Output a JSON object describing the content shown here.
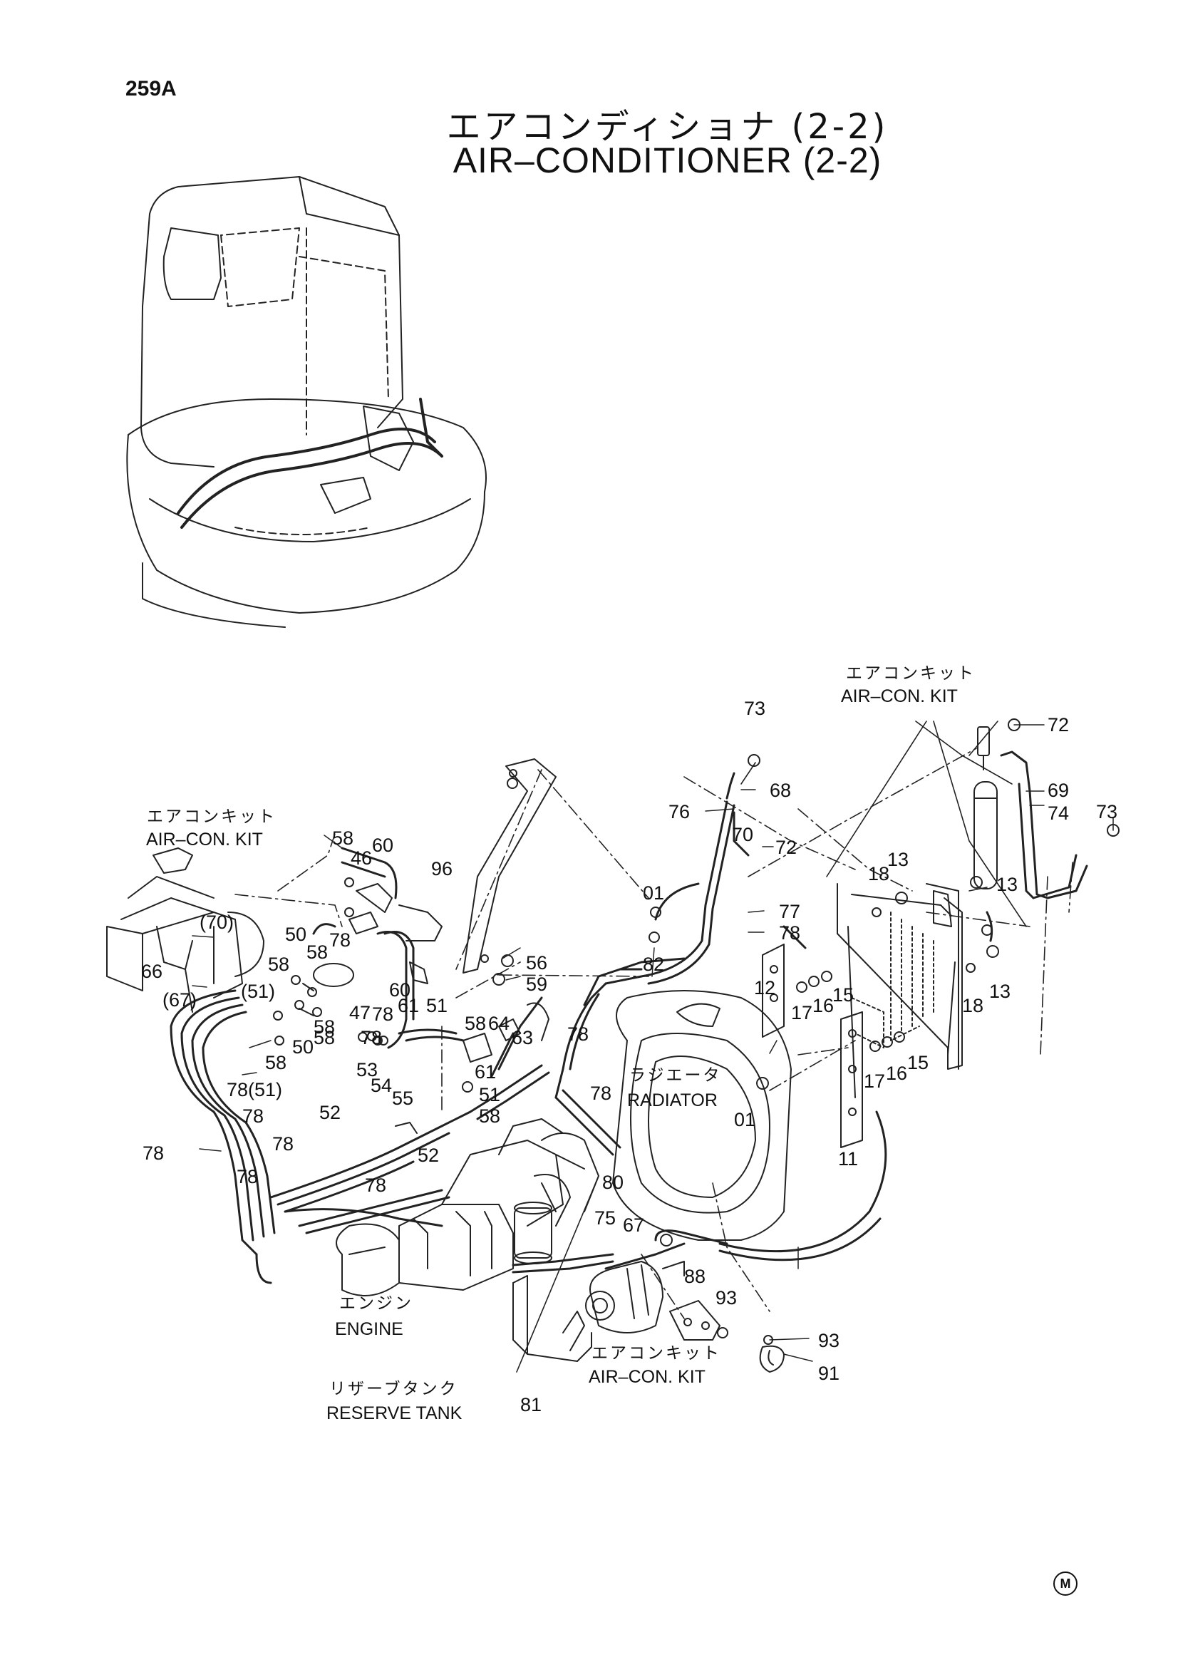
{
  "header": {
    "page_number": "259A",
    "title_jp": "エアコンディショナ (2-2)",
    "title_en": "AIR–CONDITIONER (2-2)"
  },
  "labels": {
    "aircon_kit_top_jp": "エアコンキット",
    "aircon_kit_top_en": "AIR–CON. KIT",
    "aircon_kit_left_jp": "エアコンキット",
    "aircon_kit_left_en": "AIR–CON. KIT",
    "aircon_kit_bottom_jp": "エアコンキット",
    "aircon_kit_bottom_en": "AIR–CON. KIT",
    "radiator_jp": "ラジエータ",
    "radiator_en": "RADIATOR",
    "engine_jp": "エンジン",
    "engine_en": "ENGINE",
    "reserve_tank_jp": "リザーブタンク",
    "reserve_tank_en": "RESERVE TANK"
  },
  "callouts": {
    "c73a": "73",
    "c72a": "72",
    "c68": "68",
    "c69": "69",
    "c74": "74",
    "c73b": "73",
    "c76": "76",
    "c70": "70",
    "c72b": "72",
    "c77": "77",
    "c78a": "78",
    "c18a": "18",
    "c13a": "13",
    "c13b": "13",
    "c13c": "13",
    "c18b": "18",
    "c96": "96",
    "c01a": "01",
    "c56": "56",
    "c59": "59",
    "c82": "82",
    "c12": "12",
    "c17a": "17",
    "c16a": "16",
    "c15a": "15",
    "c17b": "17",
    "c16b": "16",
    "c15b": "15",
    "c58a": "58",
    "c46": "46",
    "c60a": "60",
    "c70p": "(70)",
    "c66": "66",
    "c67p": "(67)",
    "c51p": "(51)",
    "c50a": "50",
    "c58b": "58",
    "c78b": "78",
    "c58c": "58",
    "c58d": "58",
    "c60b": "60",
    "c47": "47",
    "c78c": "78",
    "c61a": "61",
    "c51a": "51",
    "c58e": "58",
    "c64": "64",
    "c63": "63",
    "c78d": "78",
    "c50b": "50",
    "c58f": "58",
    "c58g": "58",
    "c78e": "78",
    "c53": "53",
    "c54": "54",
    "c55": "55",
    "c61b": "61",
    "c51b": "51",
    "c58h": "58",
    "c78f": "78",
    "c78g": "78(51)",
    "c78h": "78",
    "c52a": "52",
    "c52b": "52",
    "c78i": "78",
    "c78j": "78",
    "c78k": "78",
    "c78l": "78",
    "c01b": "01",
    "c11": "11",
    "c80": "80",
    "c75": "75",
    "c67": "67",
    "c88": "88",
    "c93a": "93",
    "c93b": "93",
    "c91": "91",
    "c81": "81"
  },
  "footer": {
    "mark": "M"
  }
}
